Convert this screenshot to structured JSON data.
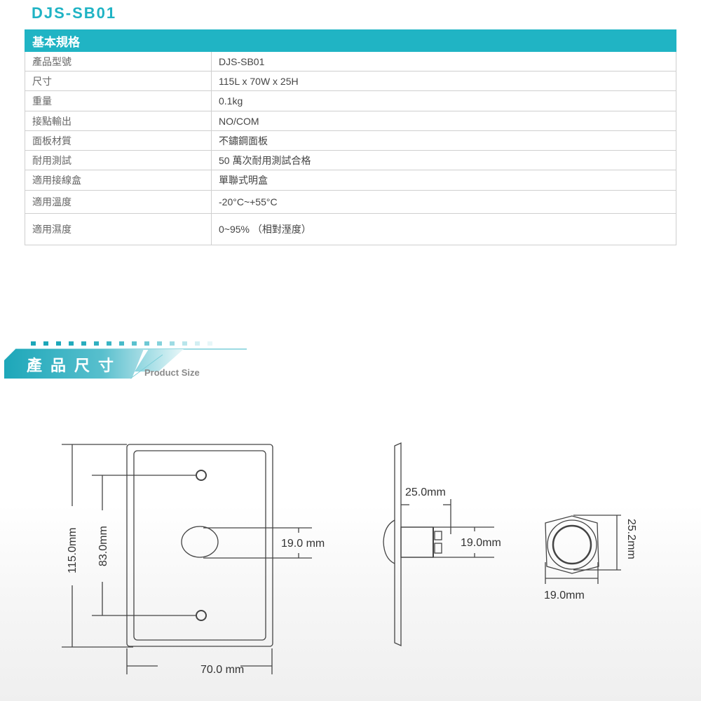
{
  "header": {
    "model_title": "DJS-SB01"
  },
  "spec_table": {
    "title": "基本規格",
    "rows": [
      {
        "label": "產品型號",
        "value": "DJS-SB01"
      },
      {
        "label": "尺寸",
        "value": "115L x 70W x 25H"
      },
      {
        "label": "重量",
        "value": "0.1kg"
      },
      {
        "label": "接點輸出",
        "value": "NO/COM"
      },
      {
        "label": "面板材質",
        "value": "不鏽鋼面板"
      },
      {
        "label": "耐用測試",
        "value": "50 萬次耐用測試合格"
      },
      {
        "label": "適用接線盒",
        "value": "單聯式明盒"
      },
      {
        "label": "適用溫度",
        "value": "-20°C~+55°C"
      },
      {
        "label": "適用濕度",
        "value": "0~95% （相對溼度）"
      }
    ]
  },
  "section": {
    "title": "產品尺寸",
    "subtitle": "Product Size"
  },
  "dimensions": {
    "front_height_total": "115.0mm",
    "front_hole_spacing": "83.0mm",
    "front_button_diameter": "19.0 mm",
    "front_width": "70.0 mm",
    "side_depth": "25.0mm",
    "side_body_diameter": "19.0mm",
    "nut_height": "25.2mm",
    "nut_width": "19.0mm"
  },
  "colors": {
    "accent": "#20b4c4",
    "line": "#444444",
    "table_border": "#cfcfcf"
  }
}
